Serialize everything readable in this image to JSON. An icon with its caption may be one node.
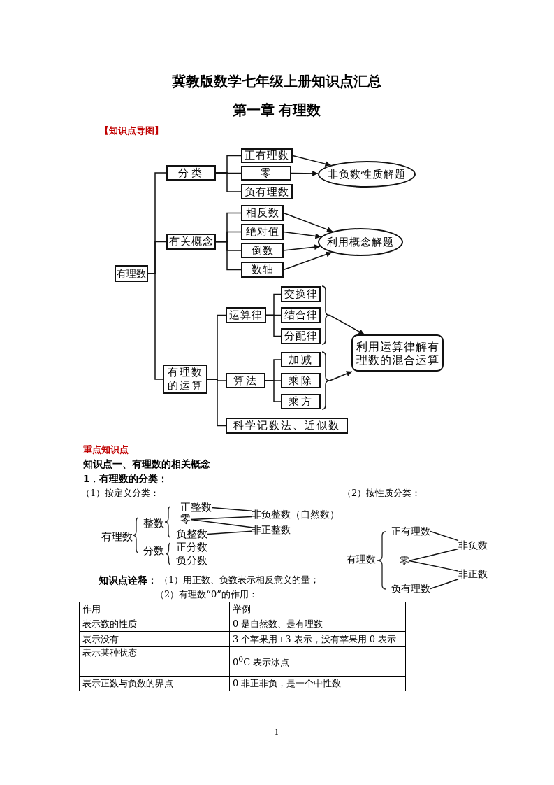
{
  "diagram": {
    "title": "冀教版数学七年级上册知识点汇总",
    "nodes": [
      {
        "text": [
          "有理数"
        ]
      },
      {
        "text": [
          "分类"
        ]
      },
      {
        "text": [
          "正有理数"
        ]
      },
      {
        "text": [
          "零"
        ]
      },
      {
        "text": [
          "负有理数"
        ]
      },
      {
        "text": [
          "非负数性质解题"
        ]
      },
      {
        "text": [
          "有关概念"
        ]
      },
      {
        "text": [
          "相反数"
        ]
      },
      {
        "text": [
          "绝对值"
        ]
      },
      {
        "text": [
          "倒数"
        ]
      },
      {
        "text": [
          "数轴"
        ]
      },
      {
        "text": [
          "利用概念解题"
        ]
      },
      {
        "text": [
          "有理数的运算"
        ]
      },
      {
        "text": [
          "运算律"
        ]
      },
      {
        "text": [
          "交换律"
        ]
      },
      {
        "text": [
          "结合律"
        ]
      },
      {
        "text": [
          "分配律"
        ]
      },
      {
        "text": [
          "算法"
        ]
      },
      {
        "text": [
          "加减"
        ]
      },
      {
        "text": [
          "乘除"
        ]
      },
      {
        "text": [
          "乘方"
        ]
      },
      {
        "text": [
          "利用运算律解有理数的混合运算"
        ]
      },
      {
        "text": [
          "科学记数法、近似数"
        ]
      },
      {
        "text": [
          "正整数"
        ]
      },
      {
        "text": [
          "零"
        ]
      },
      {
        "text": [
          "负整数"
        ]
      },
      {
        "text": [
          "非负整数（自然数）"
        ]
      },
      {
        "text": [
          "非正整数"
        ]
      },
      {
        "text": [
          "正有理数"
        ]
      },
      {
        "text": [
          "零"
        ]
      },
      {
        "text": [
          "负有理数"
        ]
      },
      {
        "text": [
          "非负数"
        ]
      },
      {
        "text": [
          "非正数"
        ]
      }
    ],
    "edges": [
      {
        "from": 0,
        "to": 1,
        "arrow": "none"
      },
      {
        "from": 1,
        "to": 2,
        "arrow": "none"
      },
      {
        "from": 1,
        "to": 3,
        "arrow": "none"
      },
      {
        "from": 1,
        "to": 4,
        "arrow": "none"
      },
      {
        "from": 2,
        "to": 5,
        "arrow": "to"
      },
      {
        "from": 3,
        "to": 5,
        "arrow": "to"
      },
      {
        "from": 0,
        "to": 6,
        "arrow": "none"
      },
      {
        "from": 6,
        "to": 7,
        "arrow": "none"
      },
      {
        "from": 6,
        "to": 8,
        "arrow": "none"
      },
      {
        "from": 6,
        "to": 9,
        "arrow": "none"
      },
      {
        "from": 6,
        "to": 10,
        "arrow": "none"
      },
      {
        "from": 7,
        "to": 11,
        "arrow": "to"
      },
      {
        "from": 8,
        "to": 11,
        "arrow": "to"
      },
      {
        "from": 9,
        "to": 11,
        "arrow": "to"
      },
      {
        "from": 10,
        "to": 11,
        "arrow": "to"
      },
      {
        "from": 0,
        "to": 12,
        "arrow": "none"
      },
      {
        "from": 12,
        "to": 13,
        "arrow": "none"
      },
      {
        "from": 13,
        "to": 14,
        "arrow": "none"
      },
      {
        "from": 13,
        "to": 15,
        "arrow": "none"
      },
      {
        "from": 13,
        "to": 16,
        "arrow": "none"
      },
      {
        "from": 14,
        "to": 21,
        "arrow": "to"
      },
      {
        "from": 15,
        "to": 21,
        "arrow": "to"
      },
      {
        "from": 16,
        "to": 21,
        "arrow": "to"
      },
      {
        "from": 12,
        "to": 17,
        "arrow": "none"
      },
      {
        "from": 17,
        "to": 18,
        "arrow": "none"
      },
      {
        "from": 17,
        "to": 19,
        "arrow": "none"
      },
      {
        "from": 17,
        "to": 20,
        "arrow": "none"
      },
      {
        "from": 18,
        "to": 21,
        "arrow": "to"
      },
      {
        "from": 19,
        "to": 21,
        "arrow": "to"
      },
      {
        "from": 20,
        "to": 21,
        "arrow": "to"
      },
      {
        "from": 12,
        "to": 22,
        "arrow": "none"
      },
      {
        "from": 23,
        "to": 26,
        "arrow": "none"
      },
      {
        "from": 24,
        "to": 26,
        "arrow": "none"
      },
      {
        "from": 24,
        "to": 27,
        "arrow": "none"
      },
      {
        "from": 25,
        "to": 27,
        "arrow": "none"
      },
      {
        "from": 28,
        "to": 31,
        "arrow": "none"
      },
      {
        "from": 29,
        "to": 31,
        "arrow": "none"
      },
      {
        "from": 29,
        "to": 32,
        "arrow": "none"
      },
      {
        "from": 30,
        "to": 32,
        "arrow": "none"
      }
    ],
    "labels": [
      "第一章 有理数",
      "【知识点导图】",
      "重点知识点",
      "知识点一、有理数的相关概念",
      "1．有理数的分类：",
      "（1）按定义分类：",
      "（2）按性质分类：",
      "整数",
      "有理数",
      "分数",
      "正分数",
      "负分数",
      "有理数",
      "知识点诠释：",
      "（1）用正数、负数表示相反意义的量；",
      "（2）有理数“0”的作用：",
      "作用",
      "举例",
      "表示数的性质",
      "0 是自然数、是有理数",
      "表示没有",
      "3 个苹果用+3 表示，没有苹果用 0 表示",
      "表示某种状态",
      "0$^{0}$C 表示冰点",
      "表示正数与负数的界点",
      "0 非正非负，是一个中性数",
      "1"
    ]
  }
}
